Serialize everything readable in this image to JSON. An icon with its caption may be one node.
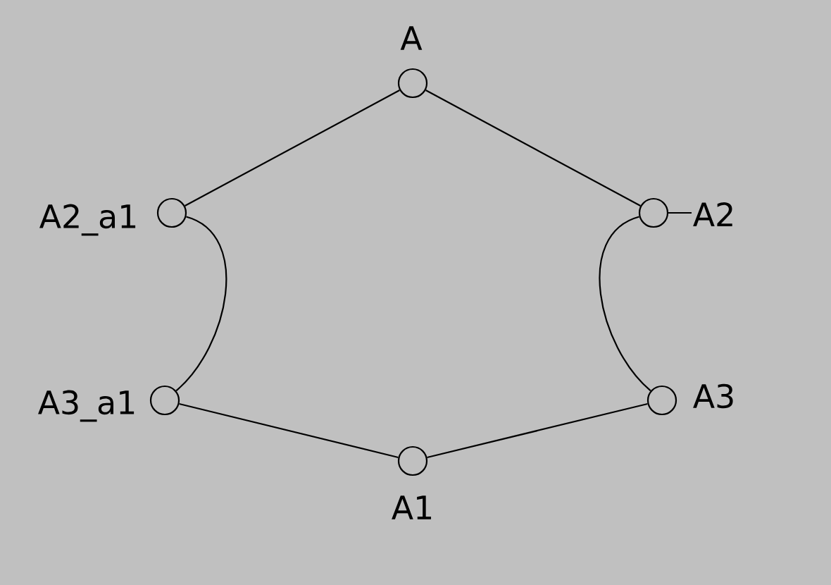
{
  "diagram": {
    "nodes": [
      {
        "text": [],
        "shape": "circle",
        "beside": [
          "A"
        ]
      },
      {
        "text": [],
        "shape": "circle",
        "beside": [
          "A2_a1"
        ]
      },
      {
        "text": [],
        "shape": "circle",
        "beside": [
          "A2"
        ]
      },
      {
        "text": [],
        "shape": "circle",
        "beside": [
          "A3_a1"
        ]
      },
      {
        "text": [],
        "shape": "circle",
        "beside": [
          "A3"
        ]
      },
      {
        "text": [],
        "shape": "circle",
        "beside": [
          "A1"
        ]
      }
    ],
    "edges": [
      {
        "from": 0,
        "to": 1,
        "arrow": "none"
      },
      {
        "from": 0,
        "to": 2,
        "arrow": "none"
      },
      {
        "from": 1,
        "to": 3,
        "arrow": "none"
      },
      {
        "from": 2,
        "to": 4,
        "arrow": "none"
      },
      {
        "from": 3,
        "to": 5,
        "arrow": "none"
      },
      {
        "from": 4,
        "to": 5,
        "arrow": "none"
      }
    ]
  }
}
